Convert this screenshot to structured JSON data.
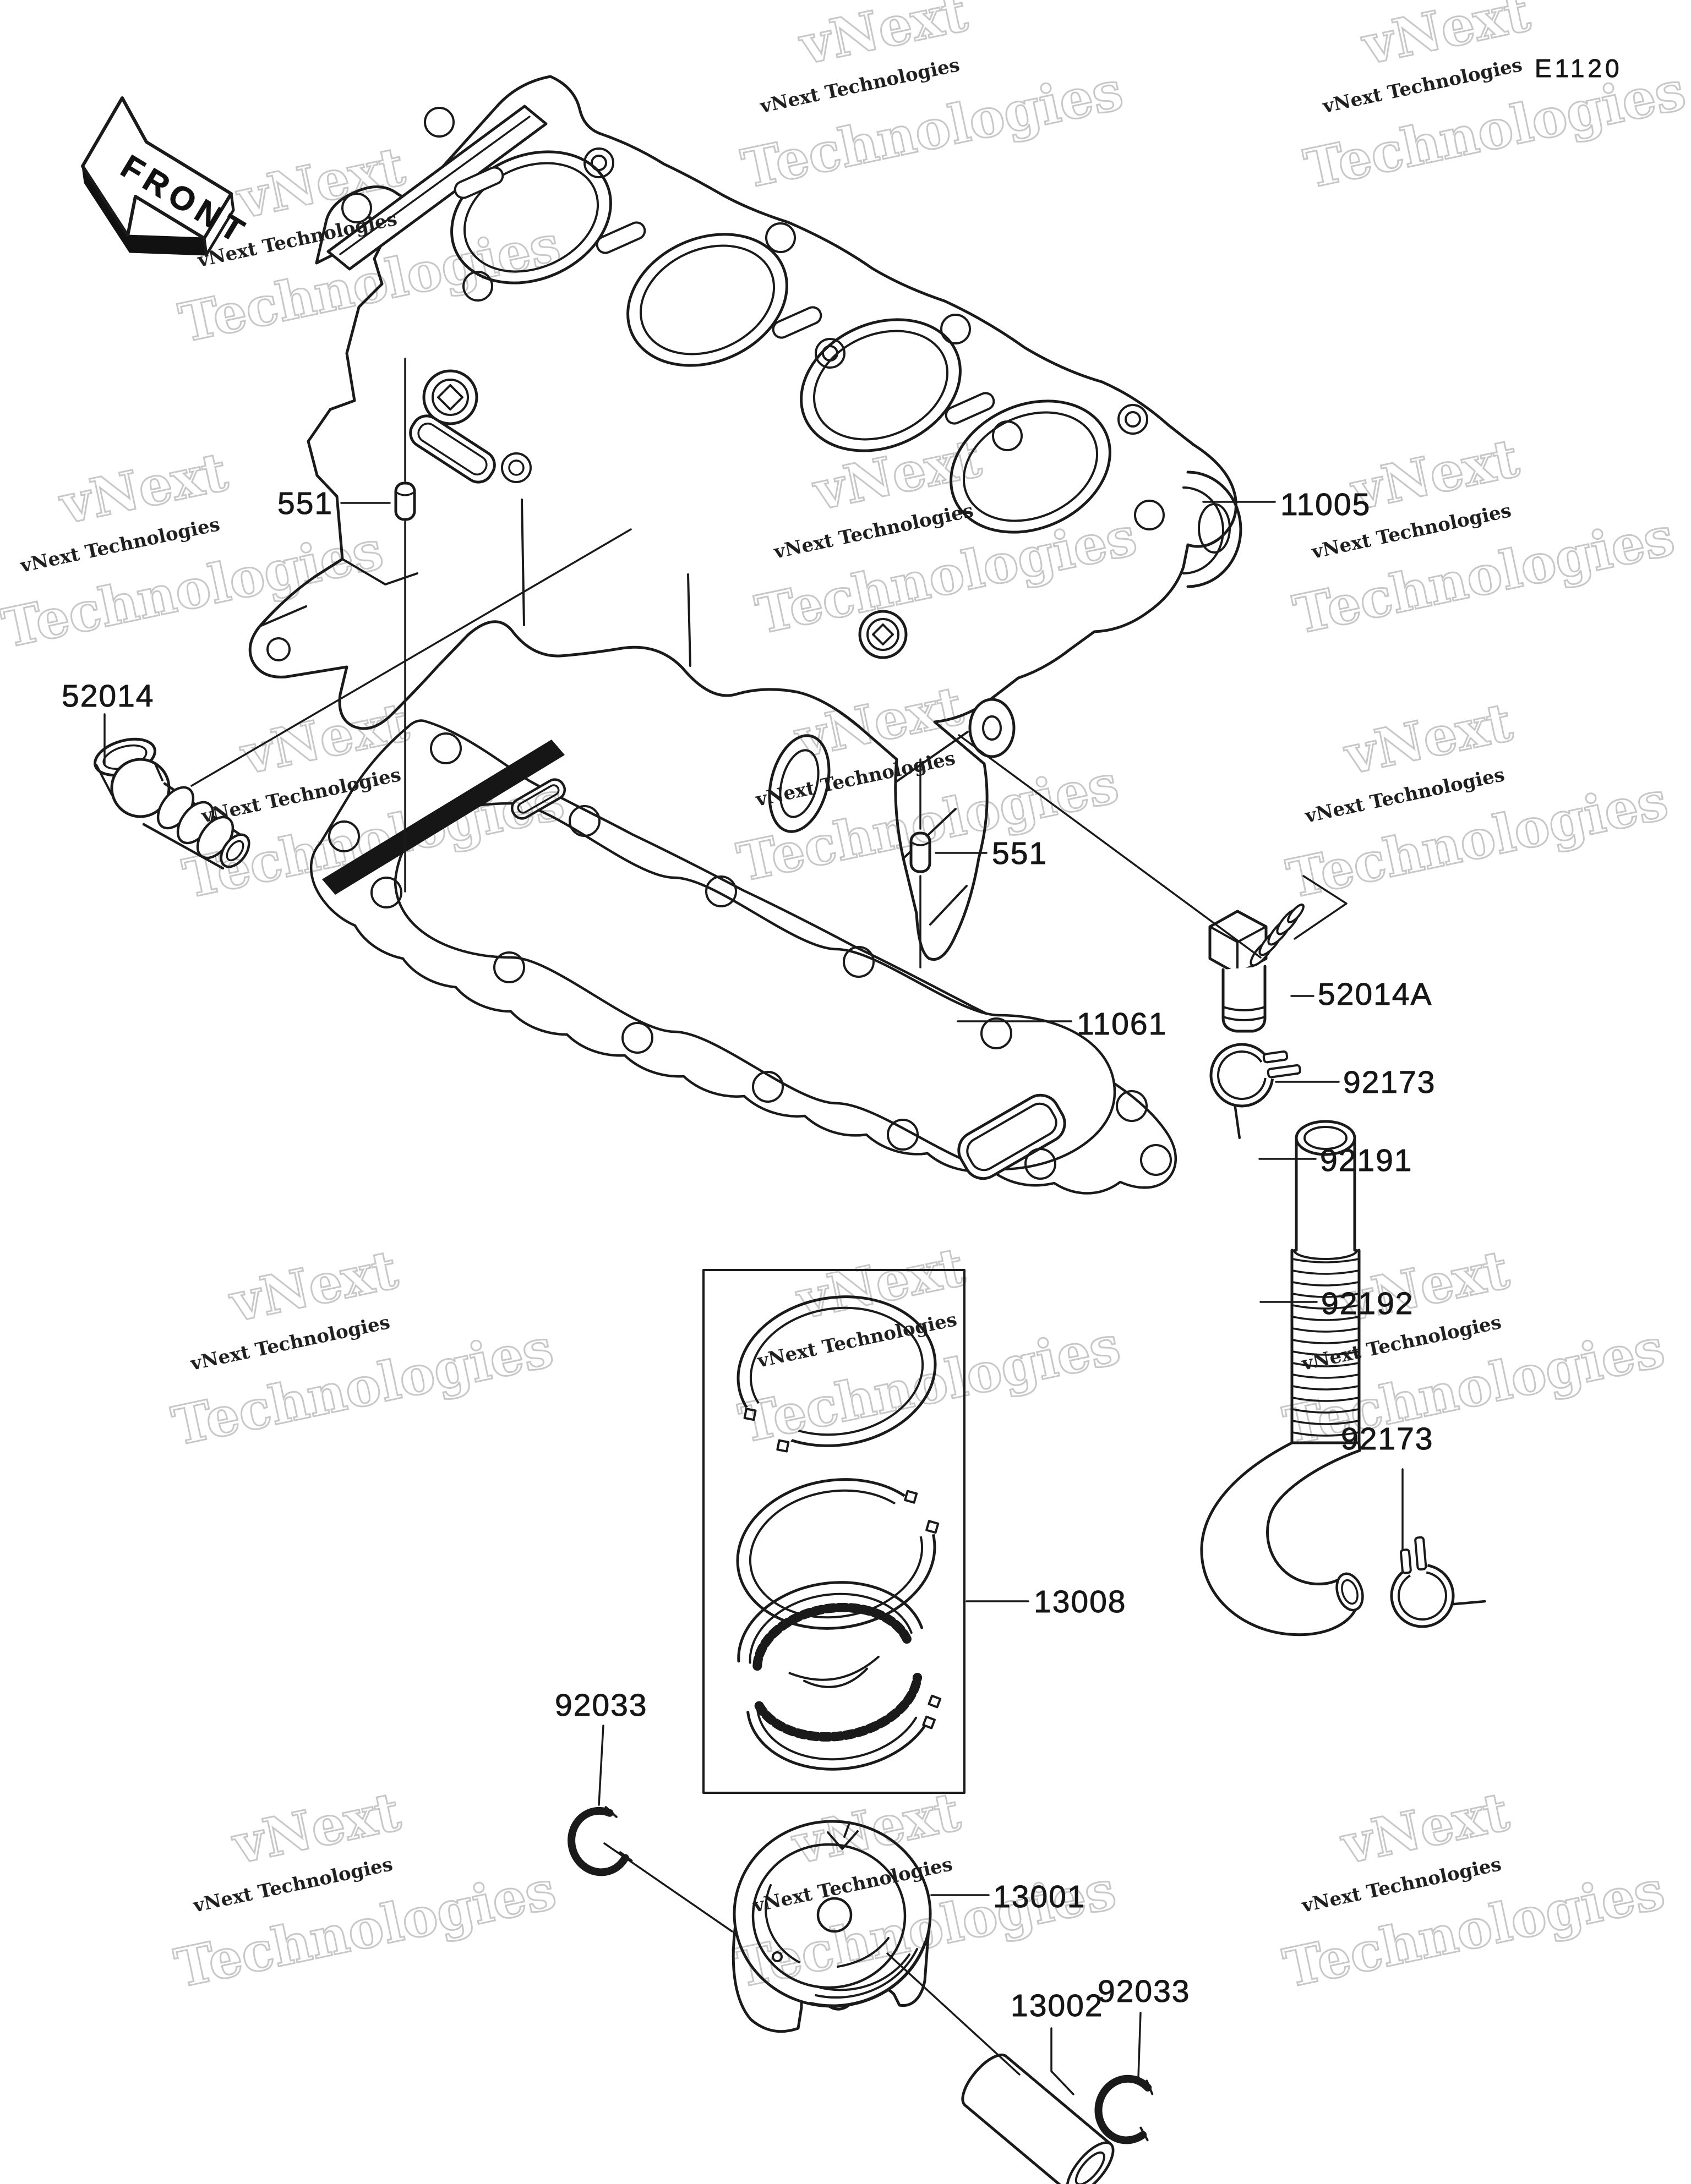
{
  "doc": {
    "code": "E1120",
    "front_label": "FRONT"
  },
  "watermark": {
    "small": "vNext Technologies",
    "big_line1": "vNext",
    "big_line2": "Technologies"
  },
  "parts": [
    {
      "id": "551-a",
      "label": "551"
    },
    {
      "id": "11005",
      "label": "11005"
    },
    {
      "id": "52014",
      "label": "52014"
    },
    {
      "id": "551-b",
      "label": "551"
    },
    {
      "id": "11061",
      "label": "11061"
    },
    {
      "id": "52014A",
      "label": "52014A"
    },
    {
      "id": "92173-a",
      "label": "92173"
    },
    {
      "id": "92191",
      "label": "92191"
    },
    {
      "id": "92192",
      "label": "92192"
    },
    {
      "id": "92173-b",
      "label": "92173"
    },
    {
      "id": "13008",
      "label": "13008"
    },
    {
      "id": "92033-a",
      "label": "92033"
    },
    {
      "id": "13001",
      "label": "13001"
    },
    {
      "id": "13002",
      "label": "13002"
    },
    {
      "id": "92033-b",
      "label": "92033"
    }
  ]
}
